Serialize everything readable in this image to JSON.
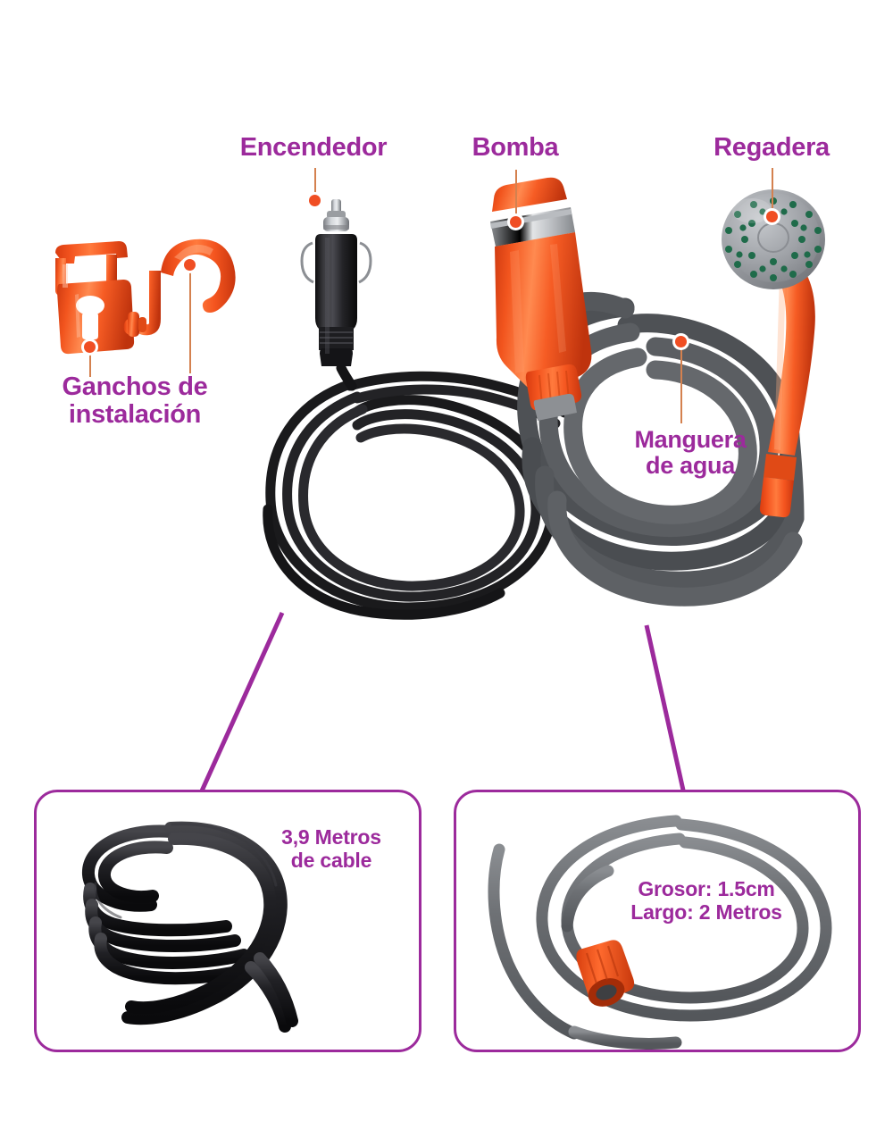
{
  "page": {
    "title": "Kit de regadera portatil para auto - despiece de componentes",
    "background_color": "#ffffff",
    "accent_purple": "#9c2a9c",
    "accent_orange": "#f04e23",
    "leader_color": "#d4814f",
    "hose_grey": "#5f6164",
    "cable_black": "#1c1c1e"
  },
  "callouts": [
    {
      "id": "ganchos",
      "label": "Ganchos de\ninstalación",
      "dots": 2
    },
    {
      "id": "encendedor",
      "label": "Encendedor",
      "dots": 1
    },
    {
      "id": "bomba",
      "label": "Bomba",
      "dots": 1
    },
    {
      "id": "regadera",
      "label": "Regadera",
      "dots": 1
    },
    {
      "id": "manguera",
      "label": "Manguera\nde agua",
      "dots": 1
    }
  ],
  "labels": {
    "ganchos": "Ganchos de\ninstalación",
    "encendedor": "Encendedor",
    "bomba": "Bomba",
    "regadera": "Regadera",
    "manguera": "Manguera\nde agua"
  },
  "insets": [
    {
      "id": "cable",
      "caption": "3,9 Metros\nde cable",
      "subject": "coiled-black-power-cable"
    },
    {
      "id": "manguera",
      "caption": "Grosor: 1.5cm\nLargo: 2 Metros",
      "subject": "coiled-grey-water-hose"
    }
  ],
  "inset_captions": {
    "cable": "3,9 Metros\nde cable",
    "hose": "Grosor: 1.5cm\nLargo: 2 Metros"
  },
  "icons": {
    "hook_bracket": "installation-hook-bracket-icon",
    "hook_c": "installation-c-hook-icon",
    "lighter_plug": "car-lighter-plug-icon",
    "pump": "water-pump-icon",
    "shower_head": "shower-head-icon",
    "callout_dot": "callout-dot-icon"
  }
}
